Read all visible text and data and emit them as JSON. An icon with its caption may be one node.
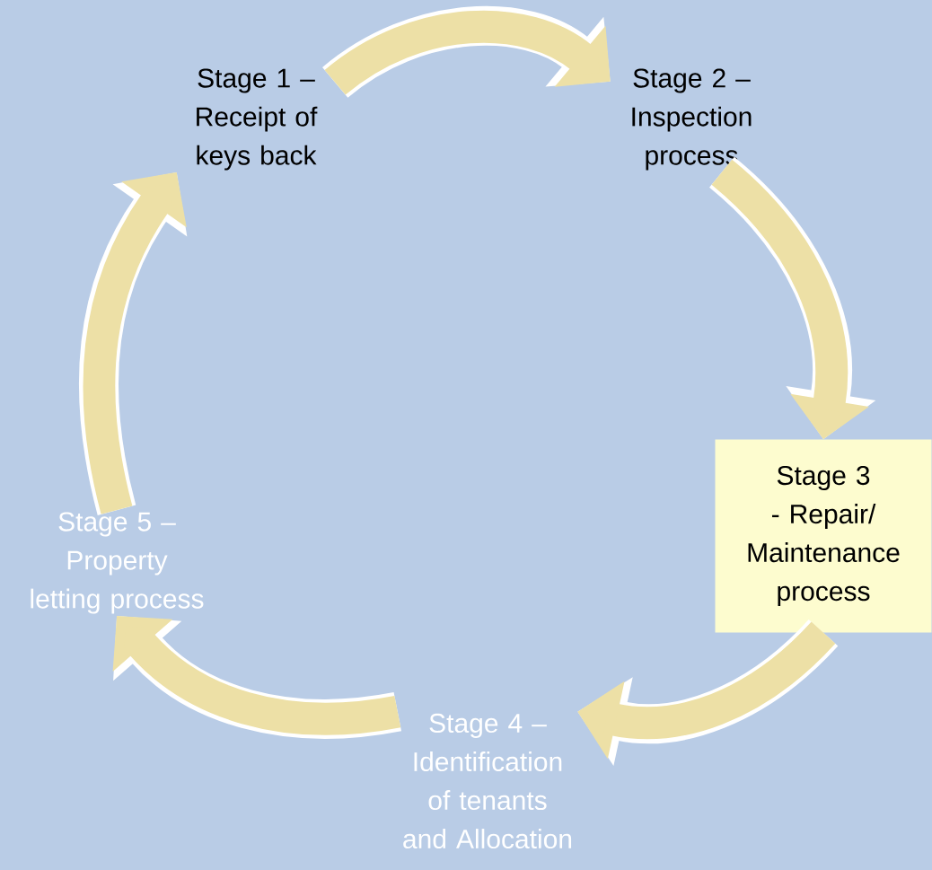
{
  "diagram": {
    "nodes": [
      {
        "text": [
          "Stage 1 – Receipt of keys back"
        ]
      },
      {
        "text": [
          "Stage 2 – Inspection process"
        ]
      },
      {
        "text": [
          "Stage 3 - Repair/ Maintenance process"
        ]
      },
      {
        "text": [
          "Stage 4 – Identification of tenants and Allocation"
        ]
      },
      {
        "text": [
          "Stage 5 – Property letting process"
        ]
      }
    ],
    "edges": [
      {
        "from": 0,
        "to": 1,
        "arrow": "to"
      },
      {
        "from": 1,
        "to": 2,
        "arrow": "to"
      },
      {
        "from": 2,
        "to": 3,
        "arrow": "to"
      },
      {
        "from": 3,
        "to": 4,
        "arrow": "to"
      },
      {
        "from": 4,
        "to": 0,
        "arrow": "to"
      }
    ]
  }
}
